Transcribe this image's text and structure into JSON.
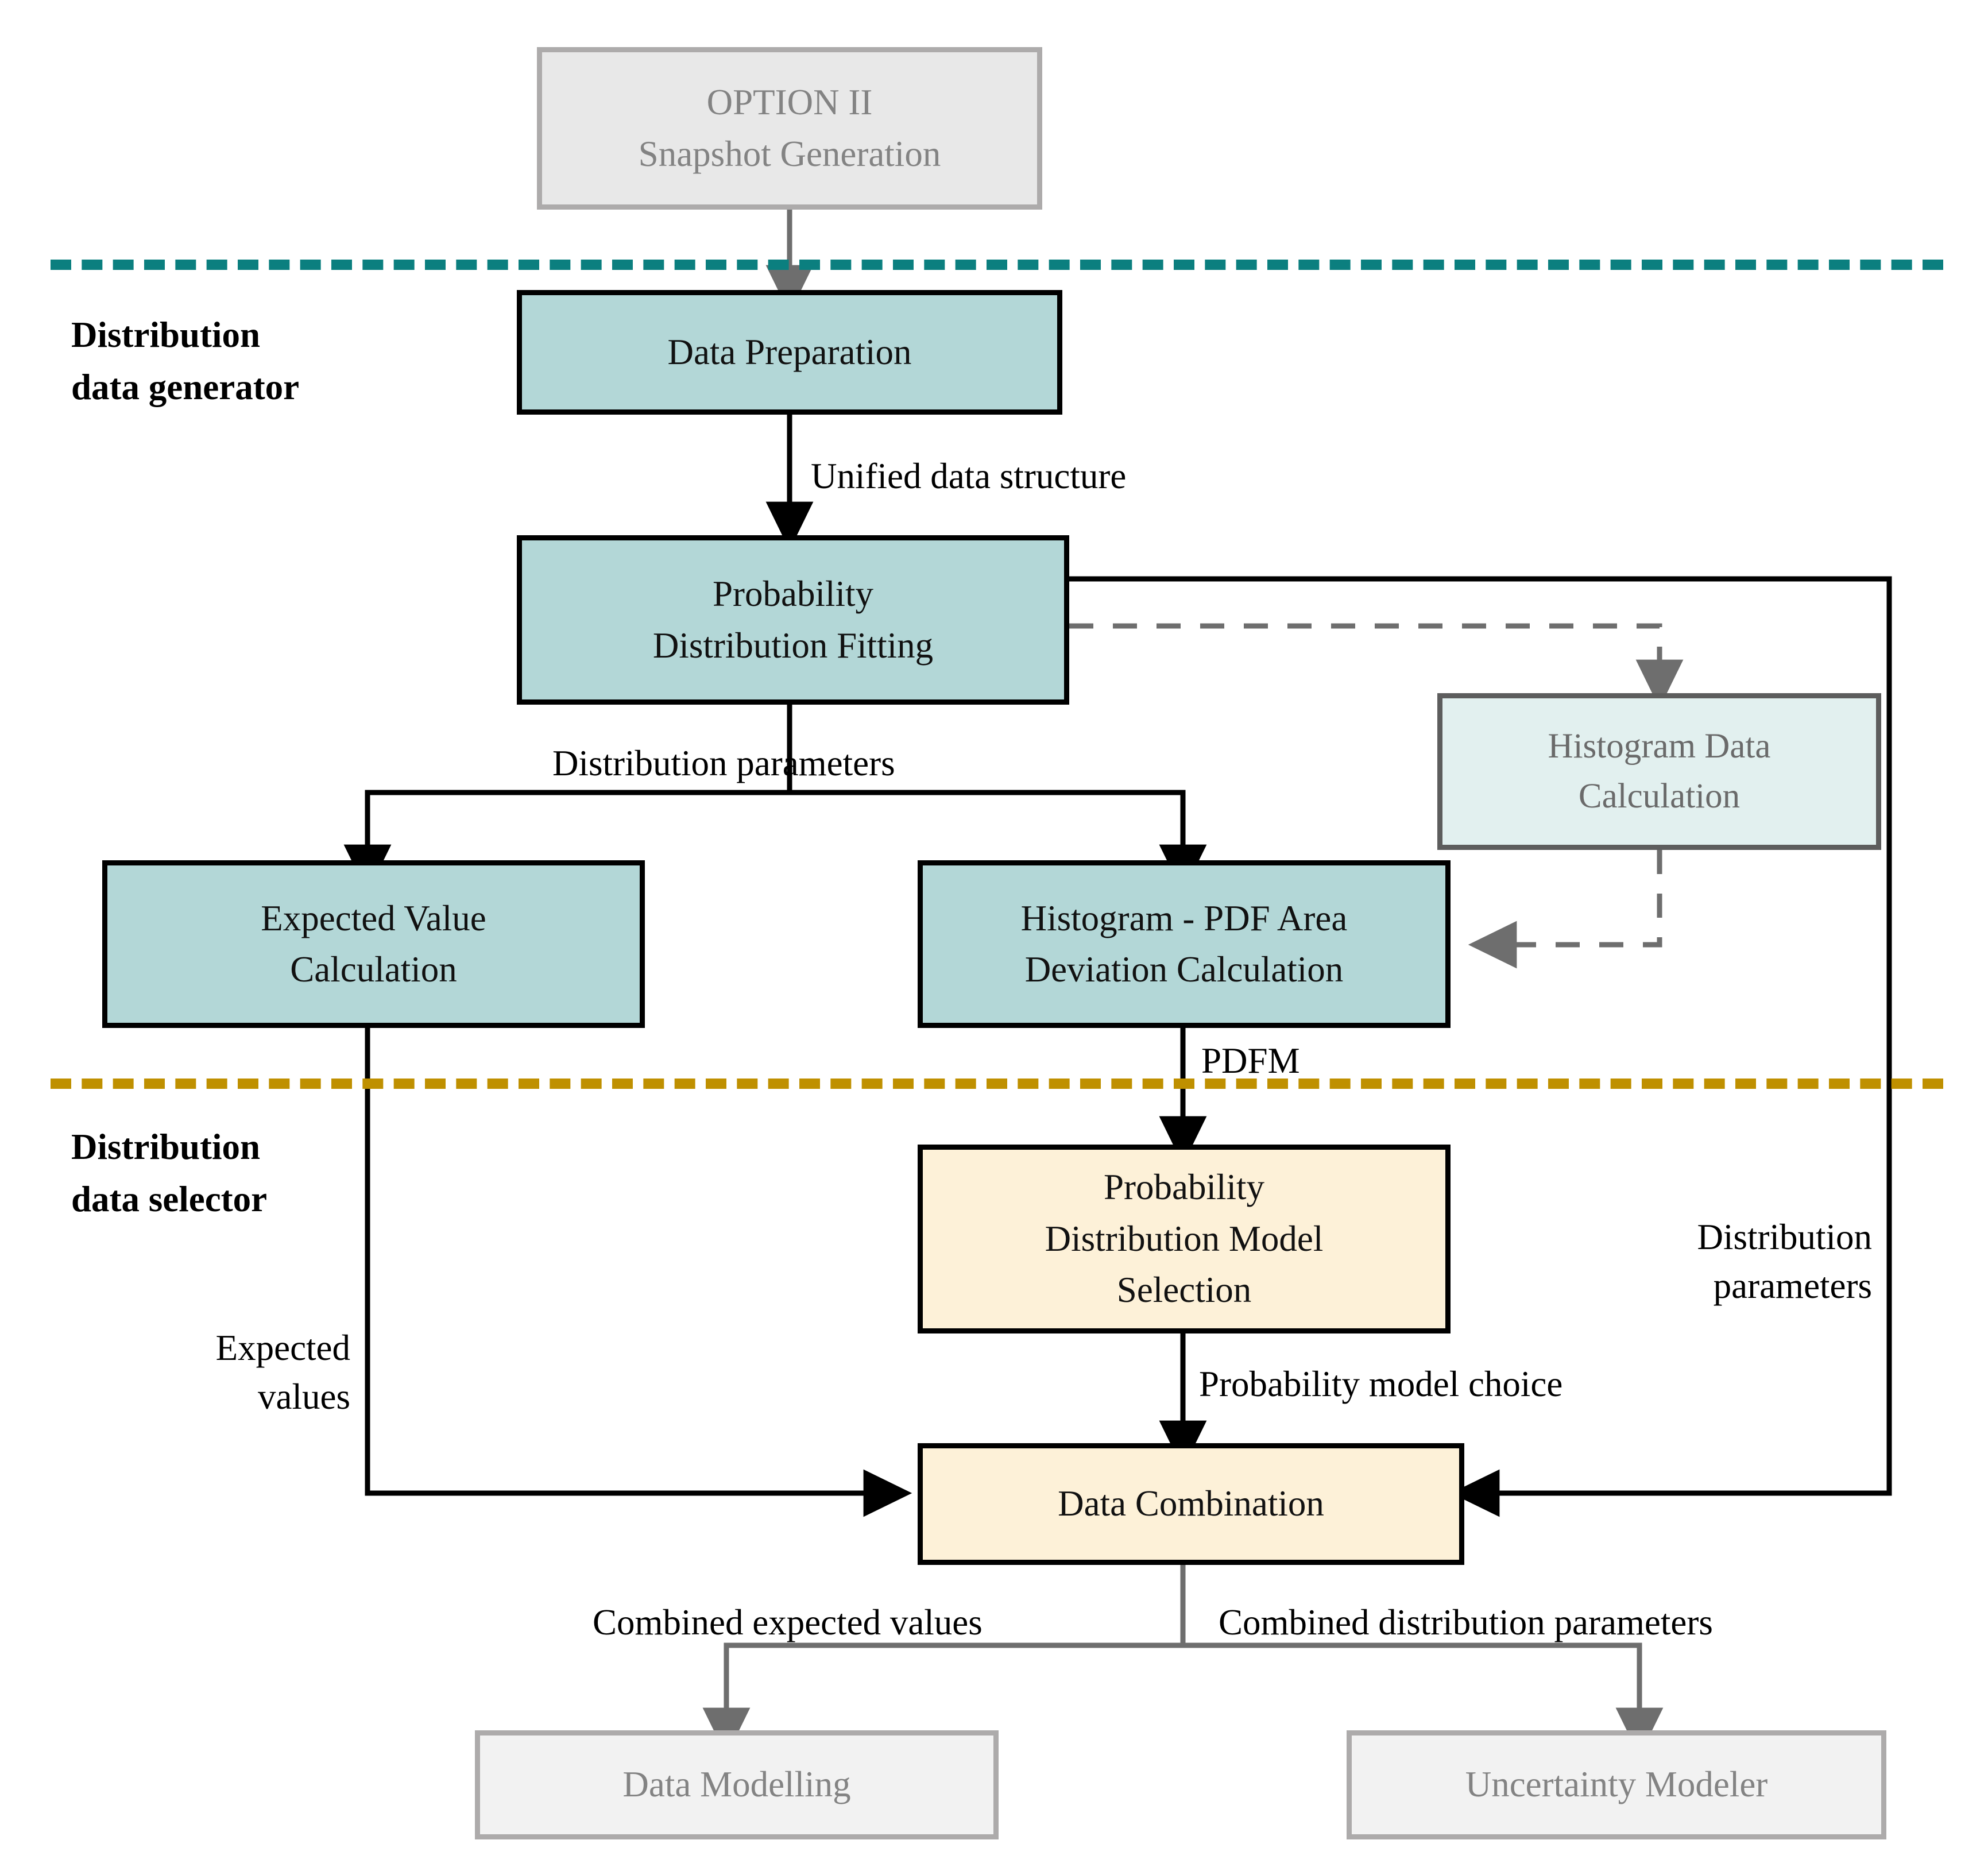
{
  "diagram": {
    "title": "Distribution data generator and selector workflow",
    "colors": {
      "teal_fill": "#b3d7d7",
      "teal_light_fill": "#e2f0ef",
      "cream_fill": "#fdf1d8",
      "grey_fill": "#e8e8e8",
      "grey_light_fill": "#f2f2f2",
      "separator_teal": "#0b7f7f",
      "separator_gold": "#bf9000",
      "edge_black": "#000000",
      "edge_grey": "#6e6e6e"
    },
    "zones": [
      {
        "id": "generator",
        "label": "Distribution\ndata generator"
      },
      {
        "id": "selector",
        "label": "Distribution\ndata selector"
      }
    ],
    "nodes": [
      {
        "id": "option2",
        "lines": [
          "OPTION II",
          "Snapshot Generation"
        ],
        "style": "grey"
      },
      {
        "id": "dataprep",
        "lines": [
          "Data Preparation"
        ],
        "style": "teal"
      },
      {
        "id": "pdffit",
        "lines": [
          "Probability",
          "Distribution Fitting"
        ],
        "style": "teal"
      },
      {
        "id": "histcalc",
        "lines": [
          "Histogram Data",
          "Calculation"
        ],
        "style": "teal-light"
      },
      {
        "id": "expval",
        "lines": [
          "Expected Value",
          "Calculation"
        ],
        "style": "teal"
      },
      {
        "id": "histpdf",
        "lines": [
          "Histogram - PDF Area",
          "Deviation Calculation"
        ],
        "style": "teal"
      },
      {
        "id": "pdmodelsel",
        "lines": [
          "Probability",
          "Distribution Model",
          "Selection"
        ],
        "style": "cream"
      },
      {
        "id": "datacomb",
        "lines": [
          "Data Combination"
        ],
        "style": "cream"
      },
      {
        "id": "datamodel",
        "lines": [
          "Data Modelling"
        ],
        "style": "grey-light"
      },
      {
        "id": "uncertainty",
        "lines": [
          "Uncertainty Modeler"
        ],
        "style": "grey-light"
      }
    ],
    "edge_labels": {
      "unified_data_structure": "Unified data structure",
      "distribution_parameters_mid": "Distribution parameters",
      "pdfm": "PDFM",
      "expected_values": "Expected\nvalues",
      "distribution_parameters_right": "Distribution\nparameters",
      "probability_model_choice": "Probability model choice",
      "combined_expected_values": "Combined expected values",
      "combined_distribution_parameters": "Combined distribution parameters"
    }
  }
}
